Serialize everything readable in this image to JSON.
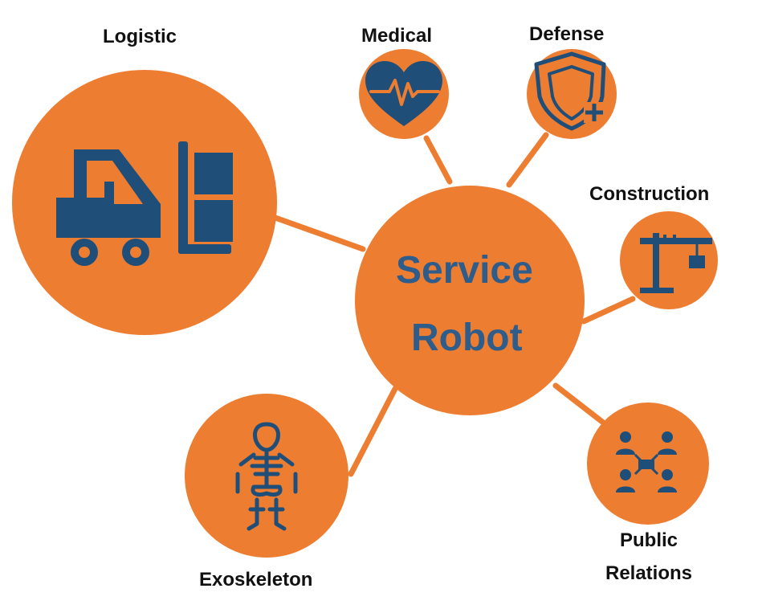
{
  "colors": {
    "circle": "#ED7D31",
    "icon": "#1F4E79",
    "connector": "#ED7D31",
    "center_text": "#2E5D8C",
    "label_text": "#111111"
  },
  "center": {
    "line1": "Service",
    "line2": "Robot"
  },
  "nodes": {
    "logistic": {
      "label": "Logistic",
      "icon": "forklift-icon"
    },
    "medical": {
      "label": "Medical",
      "icon": "heart-pulse-icon"
    },
    "defense": {
      "label": "Defense",
      "icon": "shield-plus-icon"
    },
    "construction": {
      "label": "Construction",
      "icon": "tower-crane-icon"
    },
    "public": {
      "label_line1": "Public",
      "label_line2": "Relations",
      "icon": "people-network-icon"
    },
    "exoskeleton": {
      "label": "Exoskeleton",
      "icon": "skeleton-icon"
    }
  }
}
